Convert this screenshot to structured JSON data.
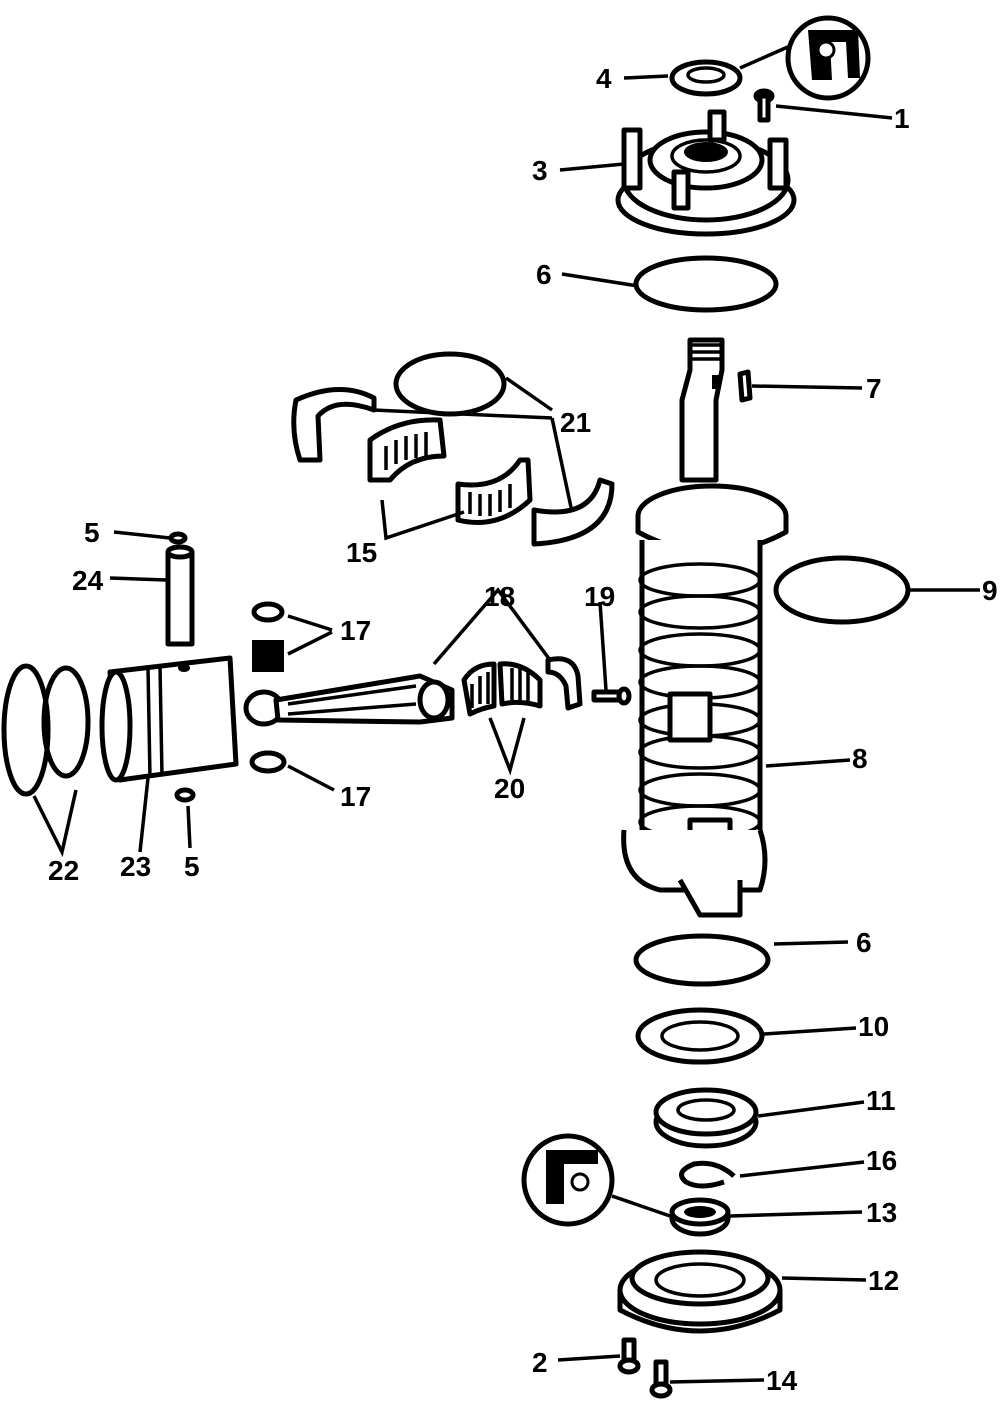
{
  "callouts": [
    {
      "id": "1",
      "text": "1"
    },
    {
      "id": "2",
      "text": "2"
    },
    {
      "id": "3",
      "text": "3"
    },
    {
      "id": "4",
      "text": "4"
    },
    {
      "id": "5a",
      "text": "5"
    },
    {
      "id": "5b",
      "text": "5"
    },
    {
      "id": "6a",
      "text": "6"
    },
    {
      "id": "6b",
      "text": "6"
    },
    {
      "id": "7",
      "text": "7"
    },
    {
      "id": "8",
      "text": "8"
    },
    {
      "id": "9",
      "text": "9"
    },
    {
      "id": "10",
      "text": "10"
    },
    {
      "id": "11",
      "text": "11"
    },
    {
      "id": "12",
      "text": "12"
    },
    {
      "id": "13",
      "text": "13"
    },
    {
      "id": "14",
      "text": "14"
    },
    {
      "id": "15",
      "text": "15"
    },
    {
      "id": "16",
      "text": "16"
    },
    {
      "id": "17a",
      "text": "17"
    },
    {
      "id": "17b",
      "text": "17"
    },
    {
      "id": "18",
      "text": "18"
    },
    {
      "id": "19",
      "text": "19"
    },
    {
      "id": "20",
      "text": "20"
    },
    {
      "id": "21",
      "text": "21"
    },
    {
      "id": "22",
      "text": "22"
    },
    {
      "id": "23",
      "text": "23"
    },
    {
      "id": "24",
      "text": "24"
    }
  ]
}
